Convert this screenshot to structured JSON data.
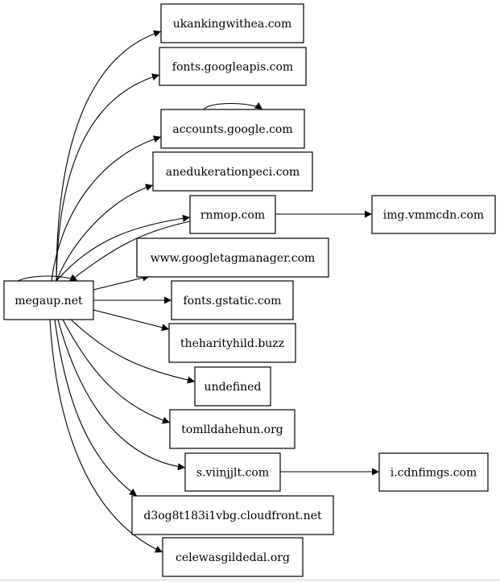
{
  "diagram": {
    "type": "directed-graph",
    "layout": "left-to-right",
    "nodes": [
      {
        "id": "megaup",
        "label": "megaup.net"
      },
      {
        "id": "ukanking",
        "label": "ukankingwithea.com"
      },
      {
        "id": "fontsapis",
        "label": "fonts.googleapis.com"
      },
      {
        "id": "accounts",
        "label": "accounts.google.com"
      },
      {
        "id": "anedu",
        "label": "anedukerationpeci.com"
      },
      {
        "id": "rnmop",
        "label": "rnmop.com"
      },
      {
        "id": "gtm",
        "label": "www.googletagmanager.com"
      },
      {
        "id": "gstatic",
        "label": "fonts.gstatic.com"
      },
      {
        "id": "theharity",
        "label": "theharityhild.buzz"
      },
      {
        "id": "undefined",
        "label": "undefined"
      },
      {
        "id": "tomll",
        "label": "tomlldahehun.org"
      },
      {
        "id": "sviin",
        "label": "s.viinjjlt.com"
      },
      {
        "id": "cloudfront",
        "label": "d3og8t183i1vbg.cloudfront.net"
      },
      {
        "id": "celewas",
        "label": "celewasgildedal.org"
      },
      {
        "id": "imgvmm",
        "label": "img.vmmcdn.com"
      },
      {
        "id": "icdn",
        "label": "i.cdnfimgs.com"
      }
    ],
    "edges": [
      {
        "from": "megaup",
        "to": "megaup"
      },
      {
        "from": "megaup",
        "to": "ukanking"
      },
      {
        "from": "megaup",
        "to": "fontsapis"
      },
      {
        "from": "megaup",
        "to": "accounts"
      },
      {
        "from": "megaup",
        "to": "anedu"
      },
      {
        "from": "megaup",
        "to": "rnmop"
      },
      {
        "from": "rnmop",
        "to": "megaup"
      },
      {
        "from": "megaup",
        "to": "gtm"
      },
      {
        "from": "megaup",
        "to": "gstatic"
      },
      {
        "from": "megaup",
        "to": "theharity"
      },
      {
        "from": "megaup",
        "to": "undefined"
      },
      {
        "from": "megaup",
        "to": "tomll"
      },
      {
        "from": "megaup",
        "to": "sviin"
      },
      {
        "from": "megaup",
        "to": "cloudfront"
      },
      {
        "from": "megaup",
        "to": "celewas"
      },
      {
        "from": "accounts",
        "to": "accounts"
      },
      {
        "from": "rnmop",
        "to": "imgvmm"
      },
      {
        "from": "sviin",
        "to": "icdn"
      }
    ],
    "colors": {
      "background": "#ffffff",
      "stroke": "#000000",
      "text": "#000000"
    }
  }
}
